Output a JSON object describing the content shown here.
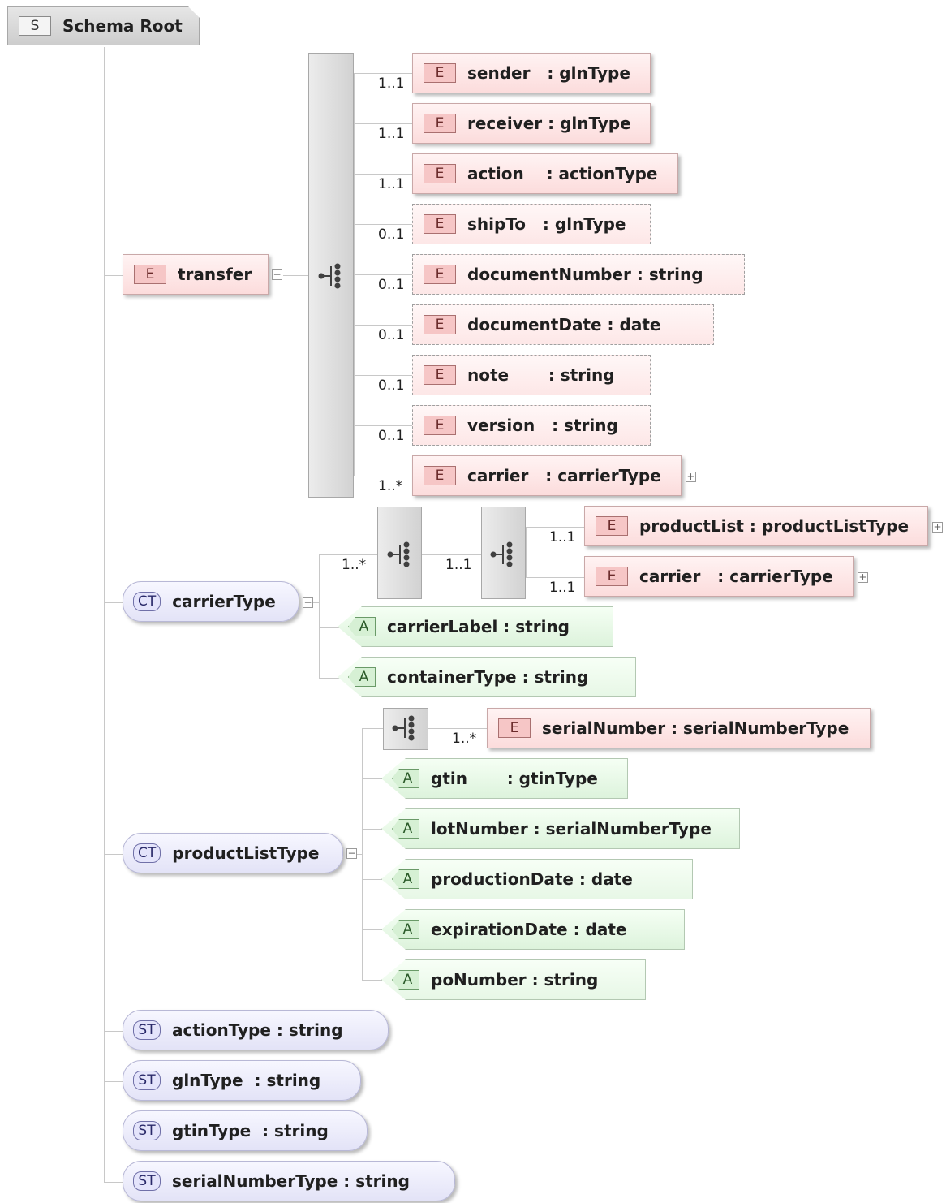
{
  "root": {
    "badge": "S",
    "label": "Schema Root"
  },
  "transfer": {
    "badge": "E",
    "name": "transfer",
    "children": [
      {
        "badge": "E",
        "text": "sender   : glnType",
        "card": "1..1"
      },
      {
        "badge": "E",
        "text": "receiver : glnType",
        "card": "1..1"
      },
      {
        "badge": "E",
        "text": "action    : actionType",
        "card": "1..1"
      },
      {
        "badge": "E",
        "text": "shipTo   : glnType",
        "card": "0..1"
      },
      {
        "badge": "E",
        "text": "documentNumber : string",
        "card": "0..1"
      },
      {
        "badge": "E",
        "text": "documentDate : date",
        "card": "0..1"
      },
      {
        "badge": "E",
        "text": "note       : string",
        "card": "0..1"
      },
      {
        "badge": "E",
        "text": "version   : string",
        "card": "0..1"
      },
      {
        "badge": "E",
        "text": "carrier   : carrierType",
        "card": "1..*"
      }
    ]
  },
  "carrierType": {
    "badge": "CT",
    "name": "carrierType",
    "outer_card": "1..*",
    "inner_card": "1..1",
    "elements": [
      {
        "badge": "E",
        "text": "productList : productListType",
        "card": "1..1"
      },
      {
        "badge": "E",
        "text": "carrier   : carrierType",
        "card": "1..1"
      }
    ],
    "attributes": [
      {
        "badge": "A",
        "text": "carrierLabel : string"
      },
      {
        "badge": "A",
        "text": "containerType : string"
      }
    ]
  },
  "productListType": {
    "badge": "CT",
    "name": "productListType",
    "element": {
      "badge": "E",
      "text": "serialNumber : serialNumberType",
      "card": "1..*"
    },
    "attributes": [
      {
        "badge": "A",
        "text": "gtin       : gtinType"
      },
      {
        "badge": "A",
        "text": "lotNumber : serialNumberType"
      },
      {
        "badge": "A",
        "text": "productionDate : date"
      },
      {
        "badge": "A",
        "text": "expirationDate : date"
      },
      {
        "badge": "A",
        "text": "poNumber : string"
      }
    ]
  },
  "simpleTypes": [
    {
      "badge": "ST",
      "text": "actionType : string"
    },
    {
      "badge": "ST",
      "text": "glnType  : string"
    },
    {
      "badge": "ST",
      "text": "gtinType  : string"
    },
    {
      "badge": "ST",
      "text": "serialNumberType : string"
    }
  ],
  "toggles": {
    "collapse": "−",
    "expand": "+"
  }
}
